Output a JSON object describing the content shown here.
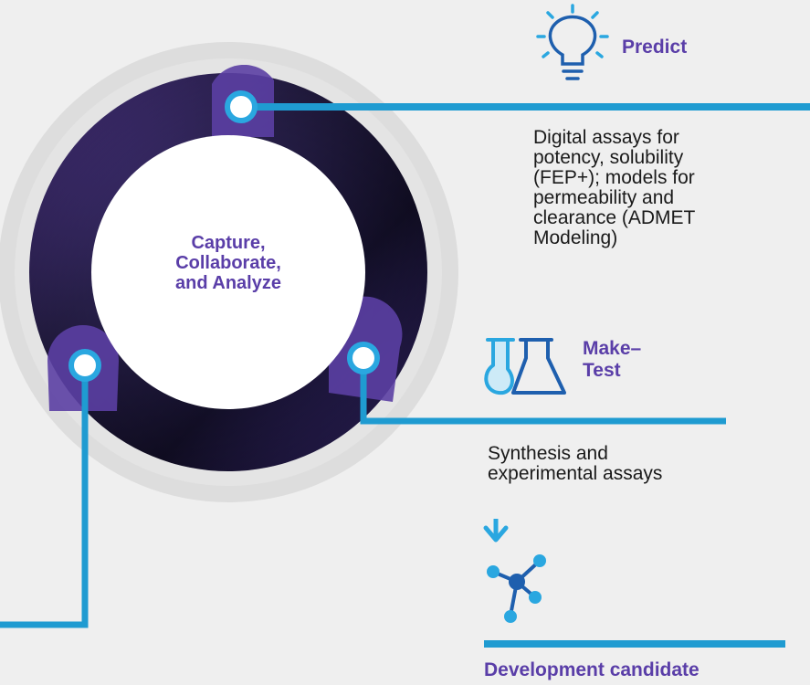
{
  "center": {
    "lines": [
      "Capture,",
      "Collaborate,",
      "and Analyze"
    ]
  },
  "predict": {
    "title": "Predict",
    "icon": "lightbulb-icon",
    "description_lines": [
      "Digital assays for",
      "potency, solubility",
      "(FEP+); models for",
      "permeability and",
      "clearance (ADMET",
      "Modeling)"
    ]
  },
  "make_test": {
    "title_lines": [
      "Make–",
      "Test"
    ],
    "icon": "lab-flask-icon",
    "description_lines": [
      "Synthesis and",
      "experimental assays"
    ]
  },
  "result": {
    "arrow_icon": "arrow-down-icon",
    "molecule_icon": "molecule-icon",
    "label": "Development candidate"
  },
  "colors": {
    "background": "#efefef",
    "accent_blue": "#1f9bd1",
    "purple": "#5a3ea8",
    "ring_dark": "#1a1530",
    "ring_purple": "#5b3fa3",
    "icon_blue": "#2aa7e0",
    "icon_dark_blue": "#1e5fae"
  }
}
